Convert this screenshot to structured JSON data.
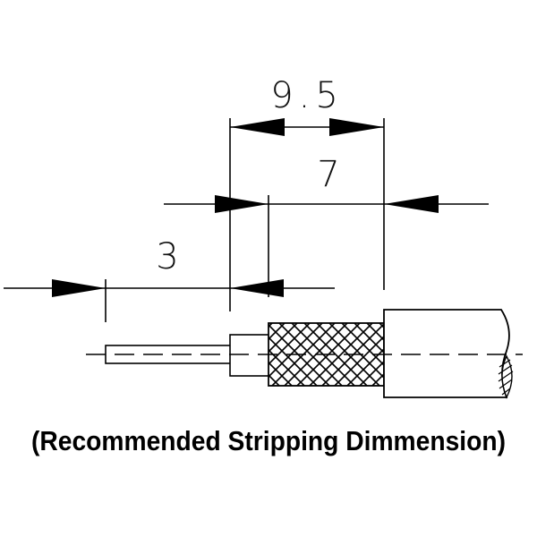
{
  "dimensions": {
    "overall": "9.5",
    "braid_to_jacket": "7",
    "center_conductor": "3"
  },
  "caption": "(Recommended Stripping Dimmension)",
  "colors": {
    "line": "#000000",
    "background": "#ffffff"
  }
}
